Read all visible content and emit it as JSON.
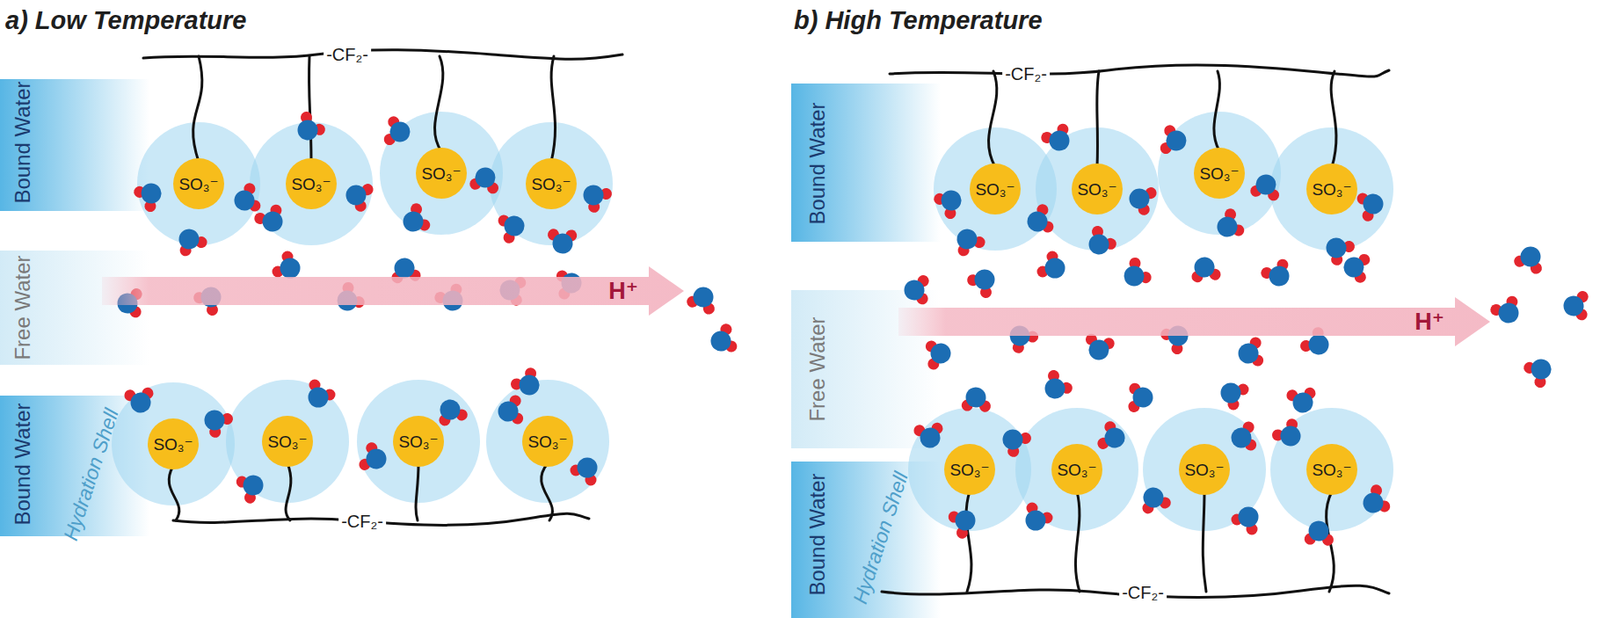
{
  "diagram": {
    "nodes": [
      {
        "text": [
          "SO₃⁻"
        ]
      },
      {
        "text": [
          "SO₃⁻"
        ]
      },
      {
        "text": [
          "SO₃⁻"
        ]
      },
      {
        "text": [
          "SO₃⁻"
        ]
      },
      {
        "text": [
          "H⁺"
        ]
      },
      {
        "text": [
          "SO₃⁻"
        ]
      },
      {
        "text": [
          "SO₃⁻"
        ]
      },
      {
        "text": [
          "SO₃⁻"
        ]
      },
      {
        "text": [
          "SO₃⁻"
        ]
      },
      {
        "text": [
          "SO₃⁻"
        ]
      },
      {
        "text": [
          "SO₃⁻"
        ]
      },
      {
        "text": [
          "SO₃⁻"
        ]
      },
      {
        "text": [
          "SO₃⁻"
        ]
      },
      {
        "text": [
          "H⁺"
        ]
      },
      {
        "text": [
          "SO₃⁻"
        ]
      },
      {
        "text": [
          "SO₃⁻"
        ]
      },
      {
        "text": [
          "SO₃⁻"
        ]
      },
      {
        "text": [
          "SO₃⁻"
        ]
      }
    ],
    "labels": [
      "a) Low Temperature",
      "-CF₂-",
      "Bound Water",
      "Free Water",
      "Bound Water",
      "Hydration Shell",
      "-CF₂-",
      "b) High Temperature",
      "-CF₂-",
      "Bound Water",
      "Free Water",
      "Bound Water",
      "Hydration Shell",
      "-CF₂-"
    ]
  }
}
